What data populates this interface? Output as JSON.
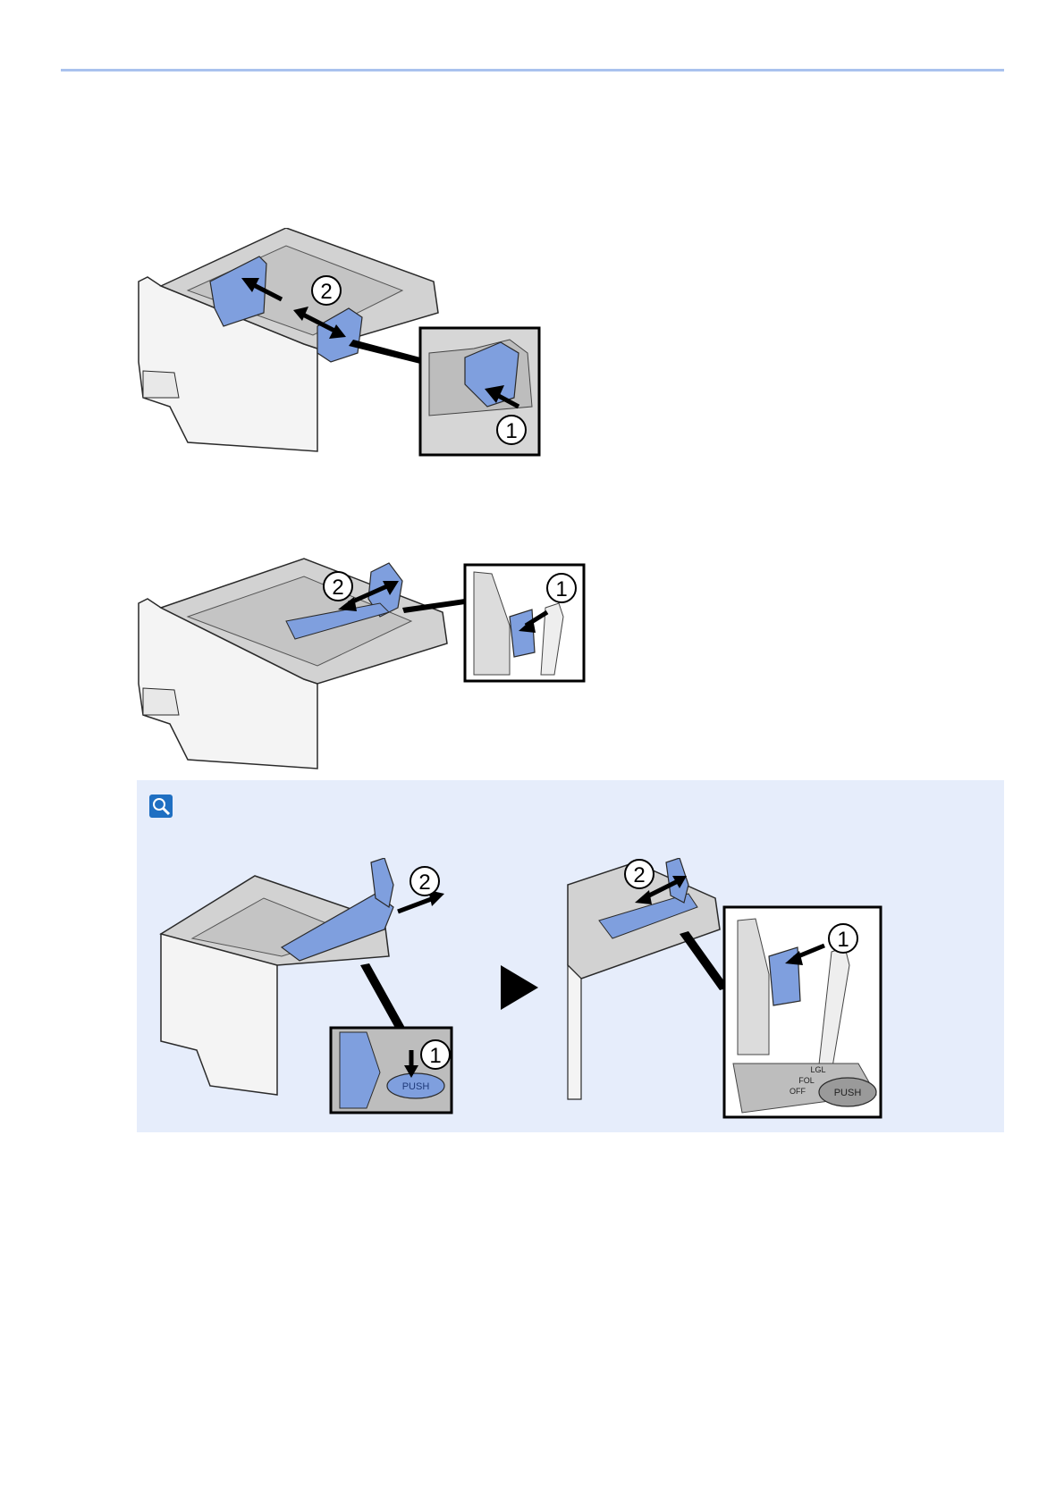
{
  "colors": {
    "rule": "#a9c2ee",
    "note_bg": "#e6edfb",
    "guide_blue": "#7f9fde",
    "tray_gray": "#cfcfcf",
    "outline": "#2a2a2a"
  },
  "icons": {
    "note": "lightbulb-hint-icon",
    "arrow_next": "play-triangle-icon"
  },
  "figure1": {
    "markers": [
      "2",
      "1"
    ]
  },
  "figure2": {
    "markers": [
      "2",
      "1"
    ]
  },
  "note": {
    "left_markers": [
      "2",
      "1"
    ],
    "left_label": "PUSH",
    "right_markers": [
      "2",
      "1"
    ],
    "right_labels": [
      "PUSH",
      "LGL",
      "FOL",
      "OFF"
    ]
  }
}
